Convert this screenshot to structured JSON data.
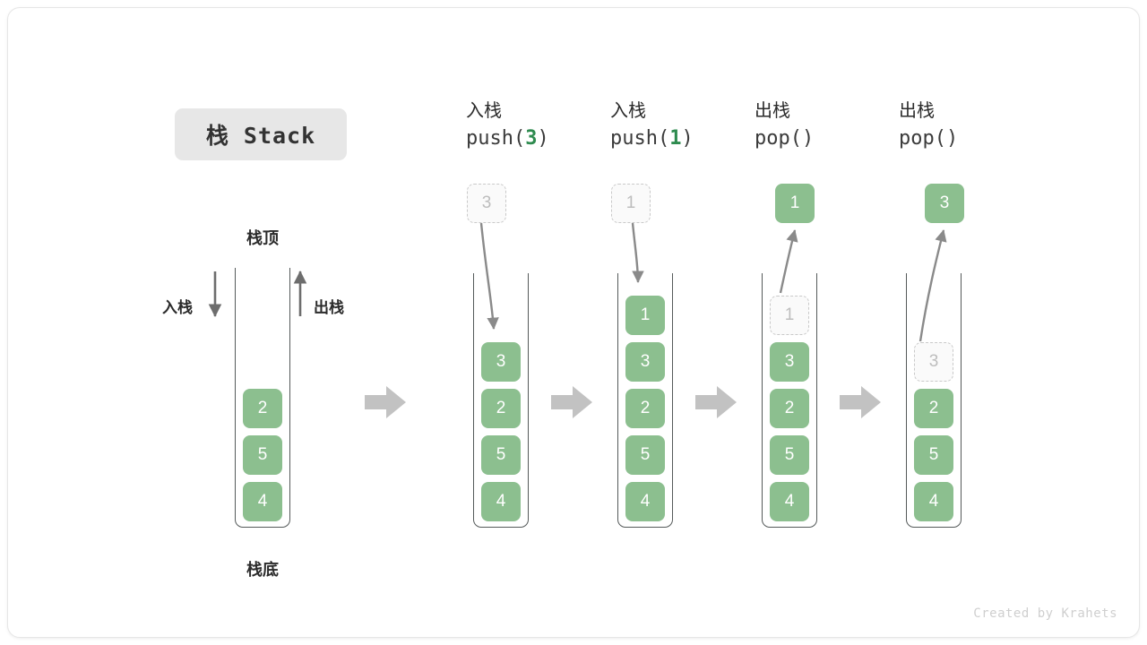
{
  "title": {
    "text": "栈 Stack"
  },
  "credit": "Created by Krahets",
  "labels": {
    "top_of_stack": "栈顶",
    "bottom_of_stack": "栈底",
    "push_side": "入栈",
    "pop_side": "出栈"
  },
  "colors": {
    "cell_green": "#8cbf8f",
    "cell_text": "#ffffff",
    "ghost_border": "#c9c9c9",
    "ghost_text": "#bdbdbd",
    "accent_number": "#2e8b4f",
    "container_border": "#555a5a",
    "arrow_gray": "#b8b8b8",
    "curve_gray": "#858585",
    "badge_bg": "#e7e7e7"
  },
  "steps": [
    {
      "name": "initial",
      "op_label": "",
      "op_call": "",
      "op_call_num": "",
      "floating": null,
      "stack": [
        "2",
        "5",
        "4"
      ],
      "ghost_top": null
    },
    {
      "name": "push-3",
      "op_label": "入栈",
      "op_call_prefix": "push(",
      "op_call_num": "3",
      "op_call_suffix": ")",
      "floating": {
        "value": "3",
        "style": "ghost"
      },
      "stack": [
        "3",
        "2",
        "5",
        "4"
      ],
      "ghost_top": null
    },
    {
      "name": "push-1",
      "op_label": "入栈",
      "op_call_prefix": "push(",
      "op_call_num": "1",
      "op_call_suffix": ")",
      "floating": {
        "value": "1",
        "style": "ghost"
      },
      "stack": [
        "1",
        "3",
        "2",
        "5",
        "4"
      ],
      "ghost_top": null
    },
    {
      "name": "pop-1",
      "op_label": "出栈",
      "op_call_prefix": "pop(",
      "op_call_num": "",
      "op_call_suffix": ")",
      "floating": {
        "value": "1",
        "style": "solid"
      },
      "stack": [
        "3",
        "2",
        "5",
        "4"
      ],
      "ghost_top": "1"
    },
    {
      "name": "pop-3",
      "op_label": "出栈",
      "op_call_prefix": "pop(",
      "op_call_num": "",
      "op_call_suffix": ")",
      "floating": {
        "value": "3",
        "style": "solid"
      },
      "stack": [
        "2",
        "5",
        "4"
      ],
      "ghost_top": "3"
    }
  ]
}
